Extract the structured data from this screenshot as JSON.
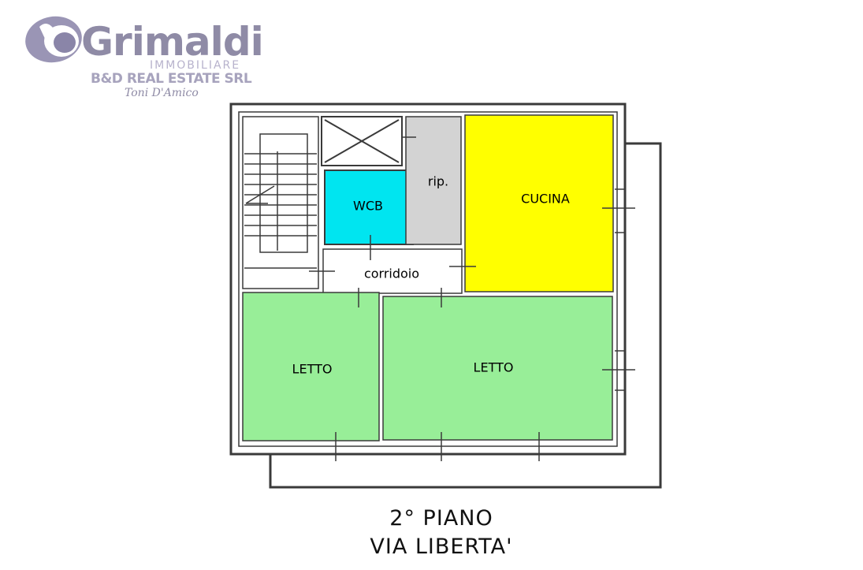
{
  "logo": {
    "brand": "Grimaldi",
    "subtitle": "IMMOBILIARE",
    "company": "B&D REAL ESTATE SRL",
    "signature": "Toni D'Amico",
    "icon": "stylized-b-hand-icon"
  },
  "rooms": {
    "wcb": "WCB",
    "rip": "rip.",
    "cucina": "CUCINA",
    "corridoio": "corridoio",
    "letto_left": "LETTO",
    "letto_right": "LETTO"
  },
  "colors": {
    "wcb": "#00e5f0",
    "rip": "#d3d3d3",
    "cucina": "#ffff00",
    "letto": "#98ee98",
    "walls": "#3a3a3a"
  },
  "caption": {
    "floor": "2° PIANO",
    "street": "VIA LIBERTA'"
  }
}
